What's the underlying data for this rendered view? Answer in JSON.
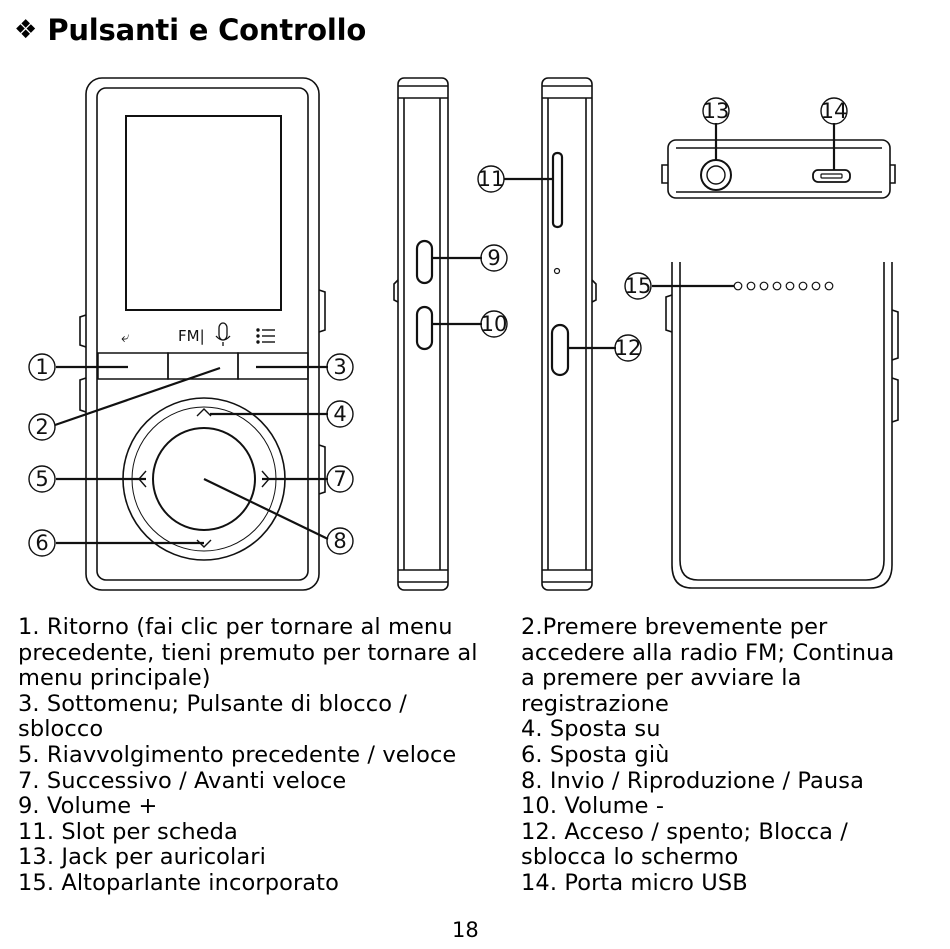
{
  "heading": {
    "bullet_icon": "four-diamond-bullet",
    "title": "Pulsanti e Controllo"
  },
  "diagram": {
    "front_buttons": {
      "left_label": "⤶",
      "center_label": "FM│🎙",
      "right_label": "☰"
    },
    "callouts": [
      "1",
      "2",
      "3",
      "4",
      "5",
      "6",
      "7",
      "8",
      "9",
      "10",
      "11",
      "12",
      "13",
      "14",
      "15"
    ]
  },
  "descriptions": {
    "left": [
      "1. Ritorno (fai clic per tornare al menu",
      "precedente, tieni premuto per tornare al",
      "menu principale)",
      "3. Sottomenu; Pulsante di blocco /",
      "sblocco",
      "5. Riavvolgimento precedente / veloce",
      "7. Successivo / Avanti veloce",
      "9. Volume +",
      "11. Slot per scheda",
      "13. Jack per auricolari",
      "15. Altoparlante incorporato"
    ],
    "right": [
      "2.Premere brevemente per",
      "accedere alla radio FM; Continua",
      "a premere per avviare la",
      "registrazione",
      "4. Sposta su",
      "6. Sposta giù",
      "8. Invio / Riproduzione / Pausa",
      "10. Volume -",
      "12. Acceso / spento; Blocca /",
      "sblocca lo schermo",
      "14. Porta micro USB"
    ]
  },
  "page_number": "18"
}
